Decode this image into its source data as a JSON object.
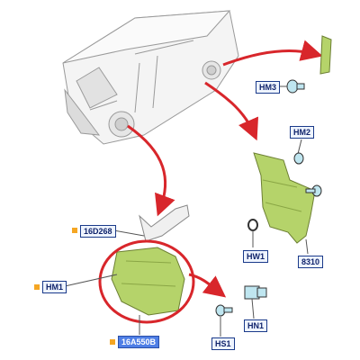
{
  "parts": {
    "hm3": "HM3",
    "hm2": "HM2",
    "hm1": "HM1",
    "hw1": "HW1",
    "p8310": "8310",
    "p16d268": "16D268",
    "hs1": "HS1",
    "hn1": "HN1",
    "p16a550b": "16A550B"
  },
  "colors": {
    "arrow_red": "#d8262b",
    "part_green": "#b5d36a",
    "label_border": "#1a3a8a",
    "label_fill": "#eef4ff",
    "highlight_fill": "#4f7fe6",
    "bullet": "#f5a623"
  }
}
